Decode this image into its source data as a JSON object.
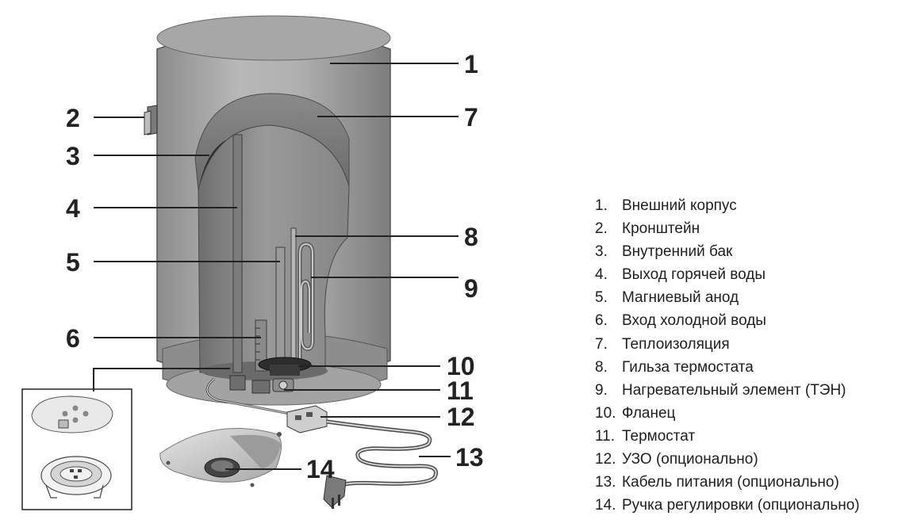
{
  "callouts": {
    "n1": "1",
    "n2": "2",
    "n3": "3",
    "n4": "4",
    "n5": "5",
    "n6": "6",
    "n7": "7",
    "n8": "8",
    "n9": "9",
    "n10": "10",
    "n11": "11",
    "n12": "12",
    "n13": "13",
    "n14": "14"
  },
  "legend": [
    {
      "num": "1.",
      "label": "Внешний корпус"
    },
    {
      "num": "2.",
      "label": "Кронштейн"
    },
    {
      "num": "3.",
      "label": "Внутренний бак"
    },
    {
      "num": "4.",
      "label": "Выход горячей воды"
    },
    {
      "num": "5.",
      "label": "Магниевый анод"
    },
    {
      "num": "6.",
      "label": "Вход холодной воды"
    },
    {
      "num": "7.",
      "label": "Теплоизоляция"
    },
    {
      "num": "8.",
      "label": "Гильза термостата"
    },
    {
      "num": "9.",
      "label": "Нагревательный элемент (ТЭН)"
    },
    {
      "num": "10.",
      "label": "Фланец"
    },
    {
      "num": "11.",
      "label": "Термостат"
    },
    {
      "num": "12.",
      "label": "УЗО (опционально)"
    },
    {
      "num": "13.",
      "label": "Кабель питания (опционально)"
    },
    {
      "num": "14.",
      "label": "Ручка регулировки (опционально)"
    }
  ]
}
